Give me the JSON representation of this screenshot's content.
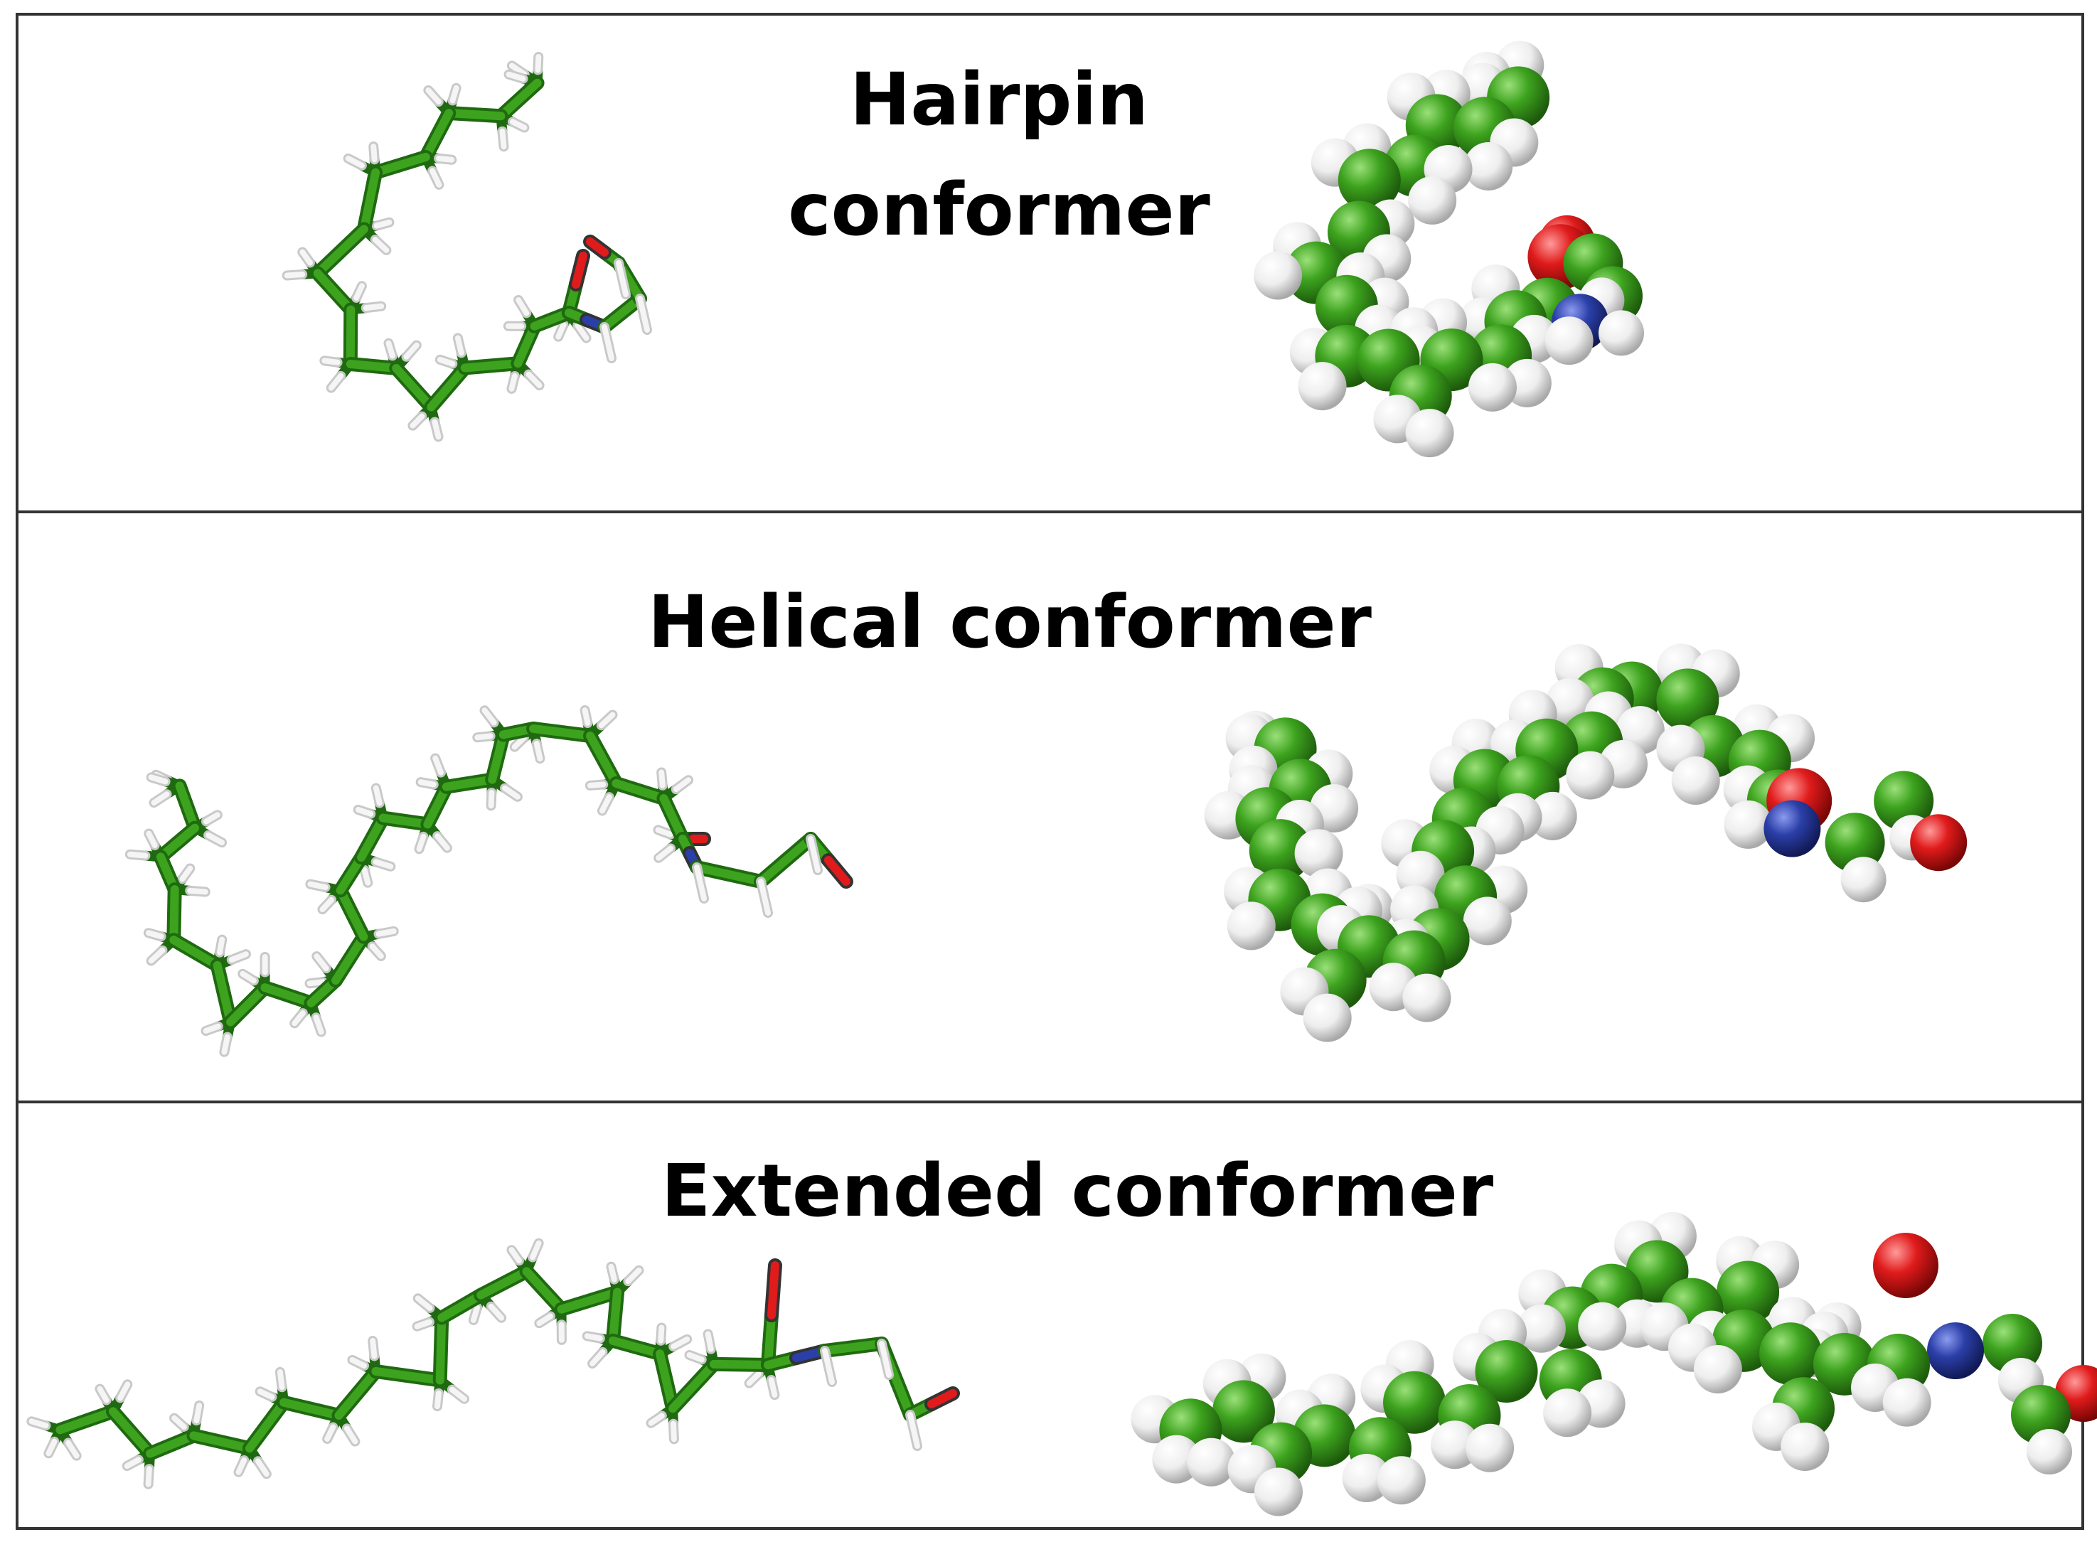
{
  "panels": [
    {
      "title_lines": [
        "Hairpin",
        "conformer"
      ]
    },
    {
      "title_lines": [
        "Helical conformer"
      ]
    },
    {
      "title_lines": [
        "Extended conformer"
      ]
    }
  ],
  "colors": {
    "carbon": "#3da31e",
    "hydrogen": "#f2f2f2",
    "oxygen": "#e01b1b",
    "nitrogen": "#2b3fa8",
    "border": "#333333"
  },
  "representations": [
    "stick model",
    "space-filling model"
  ]
}
